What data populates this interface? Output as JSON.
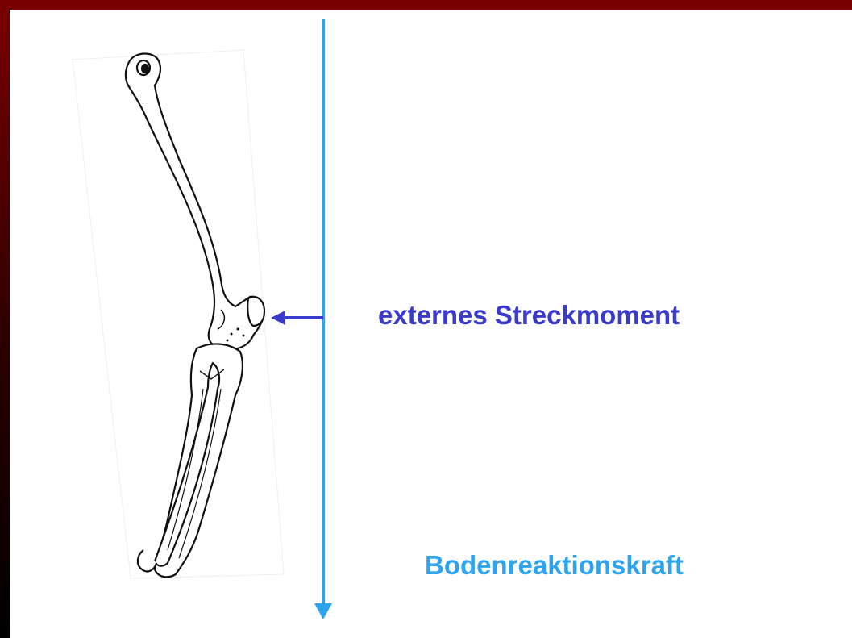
{
  "labels": {
    "moment": "externes Streckmoment",
    "force": "Bodenreaktionskraft"
  },
  "colors": {
    "moment": "#3a3acc",
    "force": "#2ea3ee",
    "frame": "#7a0000"
  },
  "icons": {
    "bones": "leg-bones-illustration",
    "force_arrow": "down-arrow",
    "moment_arrow": "left-arrow"
  }
}
